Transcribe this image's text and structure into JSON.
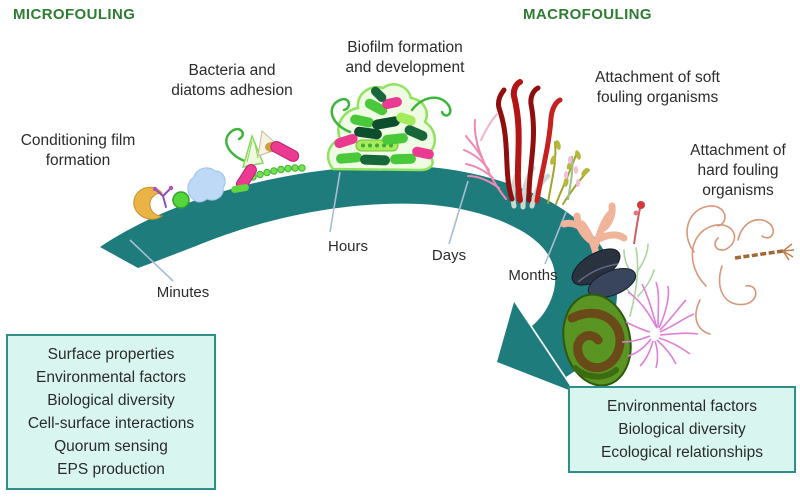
{
  "phase_headers": {
    "micro": "MICROFOULING",
    "macro": "MACROFOULING"
  },
  "stage_labels": {
    "conditioning": "Conditioning film\nformation",
    "bacteria": "Bacteria and\ndiatoms adhesion",
    "biofilm": "Biofilm formation\nand development",
    "soft": "Attachment of soft\nfouling organisms",
    "hard": "Attachment of\nhard fouling\norganisms"
  },
  "time_labels": {
    "minutes": "Minutes",
    "hours": "Hours",
    "days": "Days",
    "months": "Months"
  },
  "factor_boxes": {
    "micro_factors": [
      "Surface properties",
      "Environmental factors",
      "Biological diversity",
      "Cell-surface interactions",
      "Quorum sensing",
      "EPS production"
    ],
    "macro_factors": [
      "Environmental factors",
      "Biological diversity",
      "Ecological relationships"
    ]
  },
  "icons": {
    "timeline_arrow": "curved-swoosh-arrow",
    "conditioning_film": "molecules-cluster",
    "bacteria_diatoms": "bacteria-rods-and-diatoms",
    "biofilm": "bacteria-mound-in-eps",
    "soft_fouling": "red-seaweed-and-algae",
    "hard_fouling": "mussels-snail-corals-anemone"
  },
  "colors": {
    "arrow_teal": "#1f7c7d",
    "header_green": "#2e7d32",
    "text": "#2b2b2b",
    "box_fill": "#d8f5f0",
    "box_border": "#2f8f88",
    "leader_line": "#a8bdd4"
  }
}
